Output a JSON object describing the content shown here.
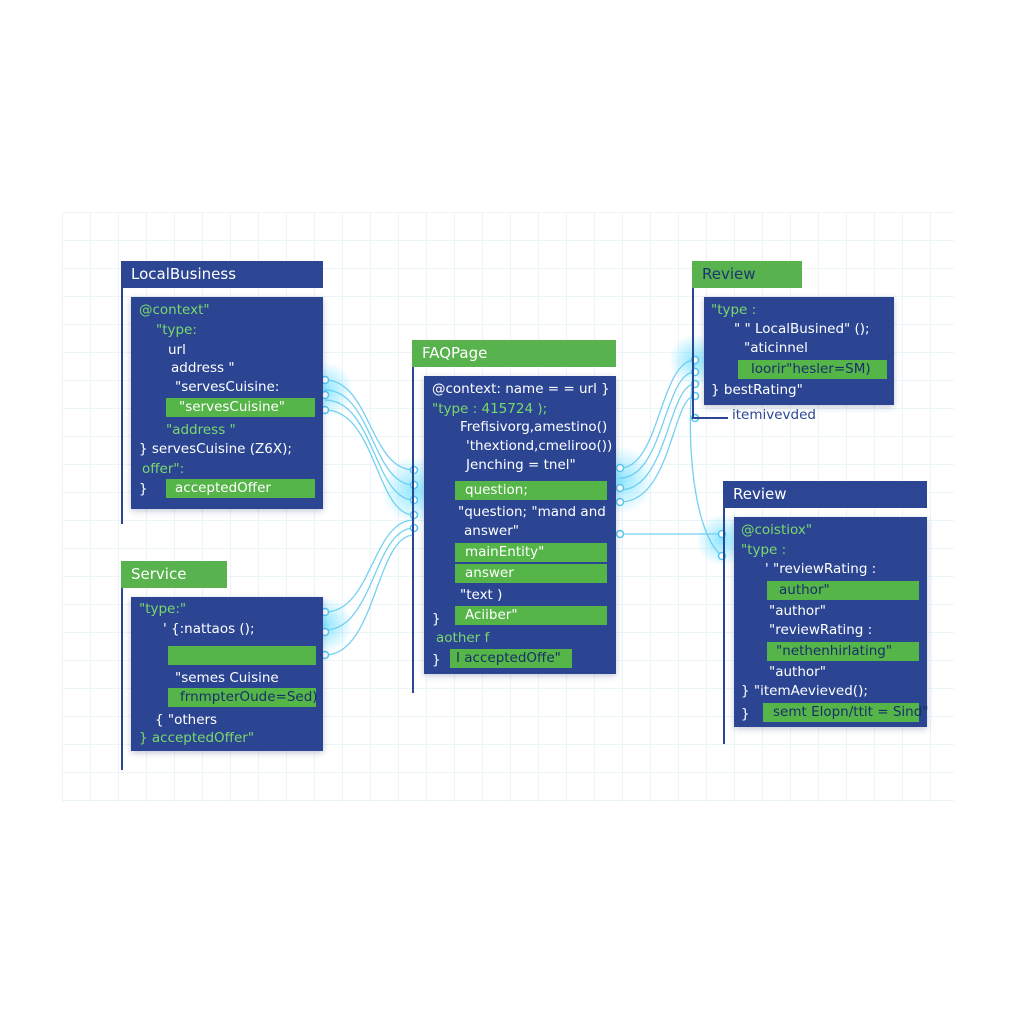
{
  "nodes": {
    "local_business": {
      "title": "LocalBusiness",
      "lines": [
        "@context\"",
        "\"type:",
        "url",
        "address \"",
        "\"servesCuisine:",
        "\"address \"",
        "} servesCuisine (Z6X);",
        "offer\":",
        "}"
      ],
      "highlights": [
        "\"servesCuisine\"",
        "acceptedOffer"
      ]
    },
    "service": {
      "title": "Service",
      "lines": [
        "\"type:\"",
        "' {:nattaos ();",
        "\"semes Cuisine",
        "{ \"others",
        "} acceptedOffer\""
      ],
      "highlights": [
        "",
        "frnmpterOude=Sed)"
      ]
    },
    "faq_page": {
      "title": "FAQPage",
      "lines": [
        "@context: name = = url }",
        "\"type : 415724 );",
        "Frefisivorg,amestino()",
        "'thextiond,cmeliroo())",
        "Jenching = tnel\"",
        "\"question; \"mand and",
        "answer\"",
        "\"text )",
        "}",
        "aother f",
        "}"
      ],
      "highlights": [
        "question;",
        "mainEntity\"",
        "answer",
        "Aciiber\"",
        "I acceptedOffe\""
      ]
    },
    "review_top": {
      "title": "Review",
      "lines": [
        "\"type :",
        "\" \" LocalBusined\" ();",
        "\"aticinnel",
        "} bestRating\""
      ],
      "highlights": [
        "loorir\"hesler=SM)"
      ],
      "below_label": "itemivevded"
    },
    "review_bottom": {
      "title": "Review",
      "lines": [
        "@coistiox\"",
        "\"type :",
        "' \"reviewRating :",
        "\"author\"",
        "\"reviewRating :",
        "\"author\"",
        "} \"itemAevieved();",
        "}"
      ],
      "highlights": [
        "author\"",
        "\"nethenhirlating\"",
        "semt Elopn/ttit = Sind\""
      ]
    }
  },
  "colors": {
    "card": "#2b4593",
    "highlight": "#55b548",
    "keyword": "#7bd86a",
    "connector": "#4fc3f7"
  }
}
